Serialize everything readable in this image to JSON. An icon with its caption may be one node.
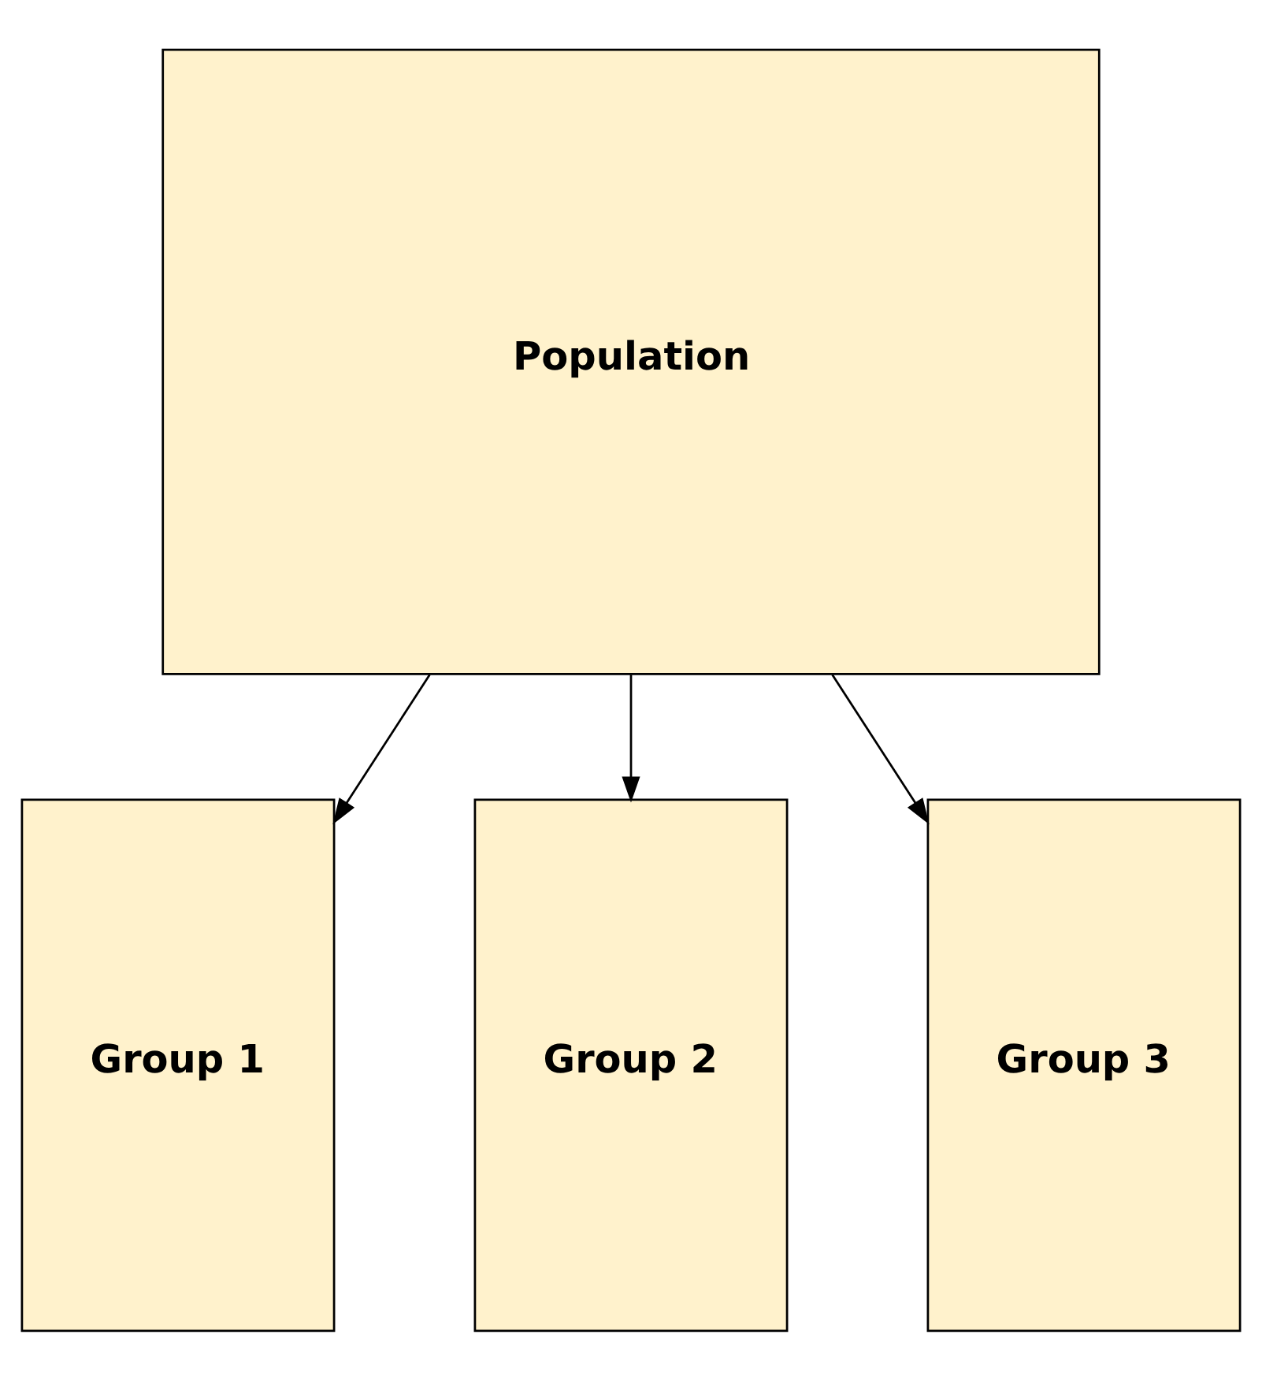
{
  "diagram": {
    "nodes": [
      {
        "text": [
          "Population"
        ]
      },
      {
        "text": [
          "Group 1"
        ]
      },
      {
        "text": [
          "Group 2"
        ]
      },
      {
        "text": [
          "Group 3"
        ]
      }
    ],
    "edges": [
      {
        "from": 0,
        "to": 1,
        "arrow": "to"
      },
      {
        "from": 0,
        "to": 2,
        "arrow": "to"
      },
      {
        "from": 0,
        "to": 3,
        "arrow": "to"
      }
    ]
  }
}
